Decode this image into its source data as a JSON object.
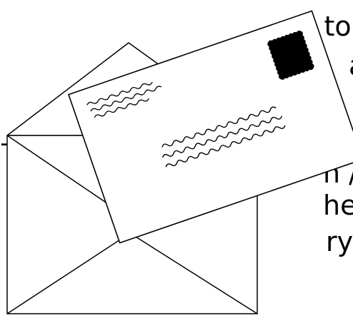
{
  "text_fragments": [
    "e to",
    "a",
    "—",
    "n /",
    "he",
    "ry /"
  ],
  "illustration": {
    "envelope_icon": "open-envelope",
    "letter_icon": "letter-with-stamp",
    "stroke_color": "#000000",
    "fill_color": "#ffffff",
    "stamp_color": "#000000"
  }
}
